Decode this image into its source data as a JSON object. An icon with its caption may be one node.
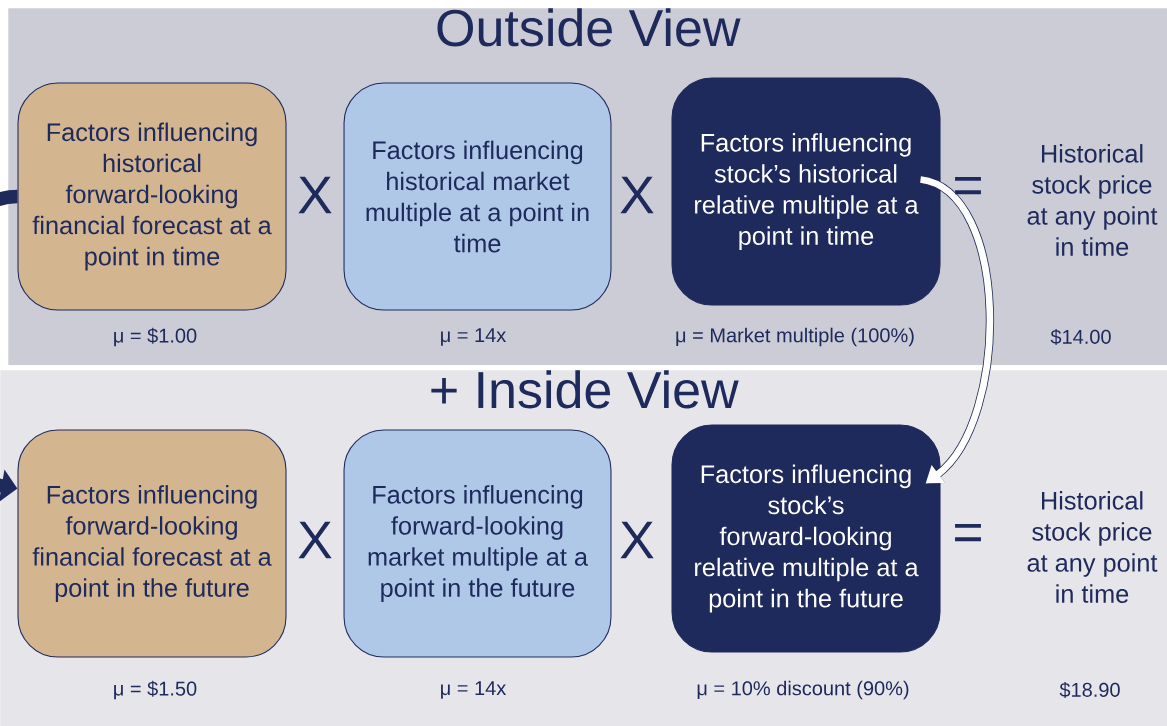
{
  "diagram": {
    "nodes": [
      {
        "text": [
          "Outside View"
        ]
      },
      {
        "text": [
          "Factors influencing historical forward-looking financial forecast at a point in time"
        ],
        "in": 0
      },
      {
        "text": [
          "Factors influencing historical market multiple at a point in time"
        ],
        "in": 0
      },
      {
        "text": [
          "Factors influencing stock’s historical relative multiple at a point in time"
        ],
        "in": 0
      },
      {
        "text": [
          "+ Inside View"
        ]
      },
      {
        "text": [
          "Factors influencing forward-looking financial forecast at a point in the future"
        ],
        "in": 4
      },
      {
        "text": [
          "Factors influencing forward-looking market multiple at a point in the future"
        ],
        "in": 4
      },
      {
        "text": [
          "Factors influencing stock’s forward-looking relative multiple at a point in the future"
        ],
        "in": 4
      }
    ],
    "edges": [
      {
        "from": 3,
        "to": 7,
        "arrow": "to"
      },
      {
        "from": 1,
        "to": 5,
        "arrow": "to"
      }
    ],
    "labels": [
      "X",
      "X",
      "=",
      "Historical stock price at any point in time",
      "μ = $1.00",
      "μ = 14x",
      "μ = Market multiple (100%)",
      "$14.00",
      "X",
      "X",
      "=",
      "Historical stock price at any point in time",
      "μ = $1.50",
      "μ = 14x",
      "μ = 10% discount (90%)",
      "$18.90"
    ]
  }
}
